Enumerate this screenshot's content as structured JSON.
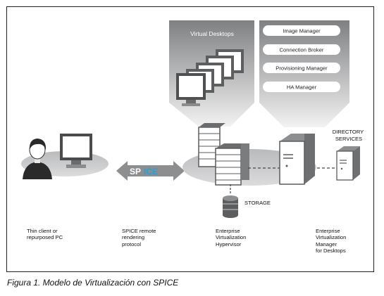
{
  "diagram": {
    "virtual_desktops_label": "Virtual Desktops",
    "manager_items": [
      "Image Manager",
      "Connection Broker",
      "Provisioning Manager",
      "HA Manager"
    ],
    "spice_logo": {
      "part1": "SP",
      "part2": "ICE"
    },
    "storage_label": "STORAGE",
    "directory_services_label": "DIRECTORY\nSERVICES",
    "bottom_labels": {
      "thin_client": "Thin client or\nrepurposed PC",
      "spice_protocol": "SPICE remote\nrendering\nprotocol",
      "hypervisor": "Enterprise\nVirtualization\nHypervisor",
      "manager": "Enterprise\nVirtualization\nManager\nfor Desktops"
    }
  },
  "caption": "Figura 1. Modelo de Virtualización con SPICE",
  "colors": {
    "dark_gray": "#595a5c",
    "ellipse_gray": "#c8c9cb",
    "spice_blue": "#1fa3dc",
    "panel_gray": "#8b8c8e"
  }
}
